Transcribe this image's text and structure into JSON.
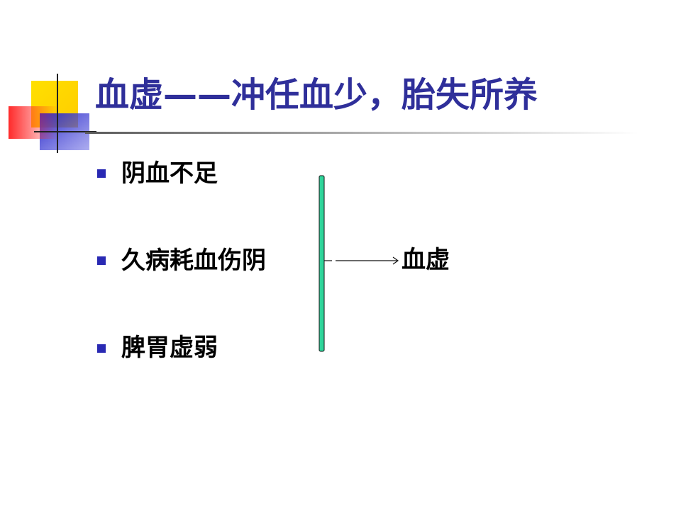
{
  "slide": {
    "title": "血虚——冲任血少，胎失所养",
    "causes": [
      {
        "text": "阴血不足"
      },
      {
        "text": "久病耗血伤阴"
      },
      {
        "text": "脾胃虚弱"
      }
    ],
    "result": "血虚"
  },
  "colors": {
    "title": "#2f2f9a",
    "bullet": "#2929b3",
    "bracket": "#2fd49a",
    "logo_yellow": "#ffd800",
    "logo_red": "#ff3a3a",
    "logo_blue": "#3333cc"
  }
}
